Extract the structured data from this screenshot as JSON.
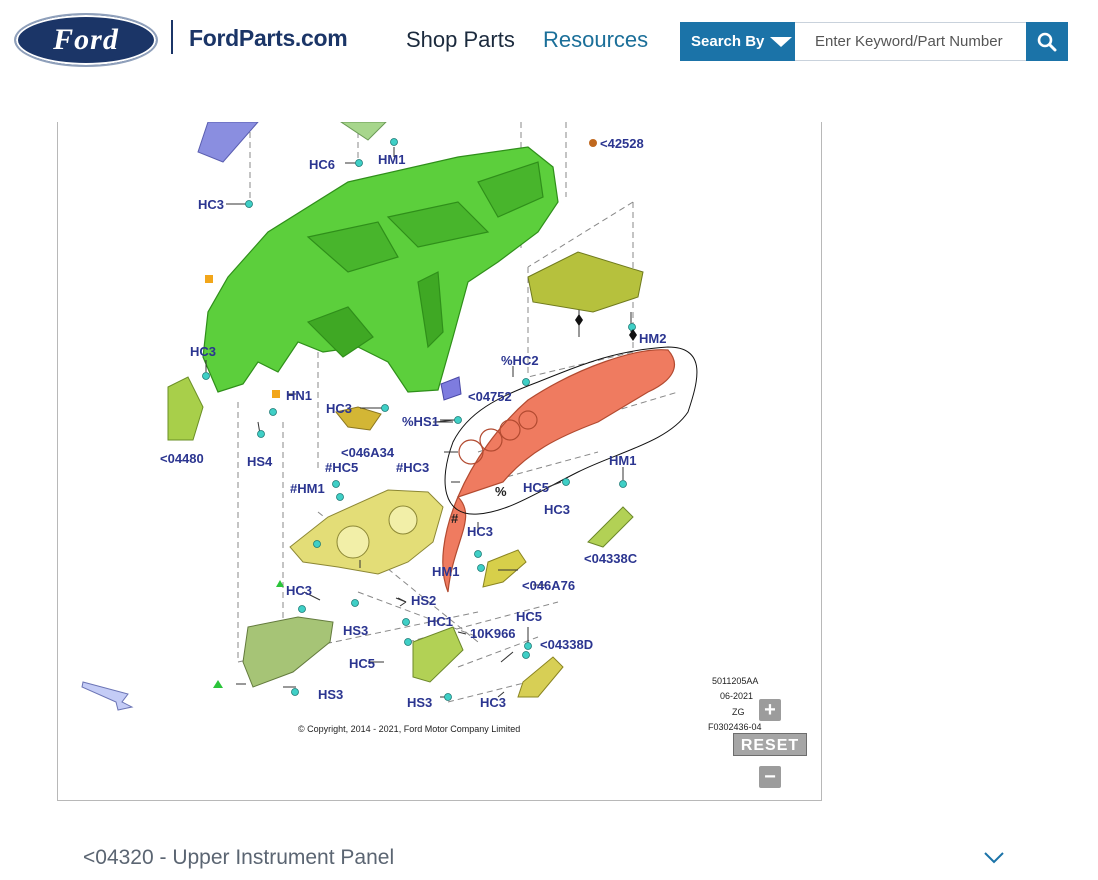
{
  "header": {
    "logo_text": "Ford",
    "brand_name": "FordParts.com",
    "nav": {
      "shop_parts": "Shop Parts",
      "resources": "Resources"
    },
    "search": {
      "by_label": "Search By",
      "placeholder": "Enter Keyword/Part Number"
    }
  },
  "diagram": {
    "labels": {
      "hc6": "HC6",
      "hm1_top": "HM1",
      "n42528": "<42528",
      "hc3_top": "HC3",
      "hc3_left": "HC3",
      "hn1": "HN1",
      "hs4": "HS4",
      "n04480": "<04480",
      "hc3_mid": "HC3",
      "n046a34": "<046A34",
      "hc5_hash": "#HC5",
      "hc3_hash": "#HC3",
      "hm1_hash": "#HM1",
      "hc2_pct": "%HC2",
      "n04752": "<04752",
      "hs1_pct": "%HS1",
      "hm2": "HM2",
      "hm1_right": "HM1",
      "hc5_right": "HC5",
      "hc3_right": "HC3",
      "n04338c": "<04338C",
      "hc3_center": "HC3",
      "hm1_center": "HM1",
      "n046a76": "<046A76",
      "hc3_low": "HC3",
      "hs2": "HS2",
      "hs3_low": "HS3",
      "hc1": "HC1",
      "n10k966": "10K966",
      "hc5_low": "HC5",
      "n04338d": "<04338D",
      "hc5_bot": "HC5",
      "hs3_bot": "HS3",
      "hc3_bot": "HC3",
      "hs3_bottom": "HS3",
      "pct": "%",
      "hash": "#"
    },
    "meta": {
      "part_code": "5011205AA",
      "date": "06-2021",
      "zg": "ZG",
      "fig": "F0302436-04"
    },
    "copyright": "© Copyright, 2014 - 2021, Ford Motor Company Limited",
    "controls": {
      "zoom_in": "+",
      "reset": "RESET",
      "zoom_out": "−"
    }
  },
  "section": {
    "title": "<04320 - Upper Instrument Panel"
  },
  "colors": {
    "ford_blue": "#1b3567",
    "search_blue": "#1b73a8",
    "label_blue": "#2b3590",
    "part_green": "#5ccf3c",
    "part_orange": "#ef7b60",
    "part_yellow": "#e6e07a"
  }
}
